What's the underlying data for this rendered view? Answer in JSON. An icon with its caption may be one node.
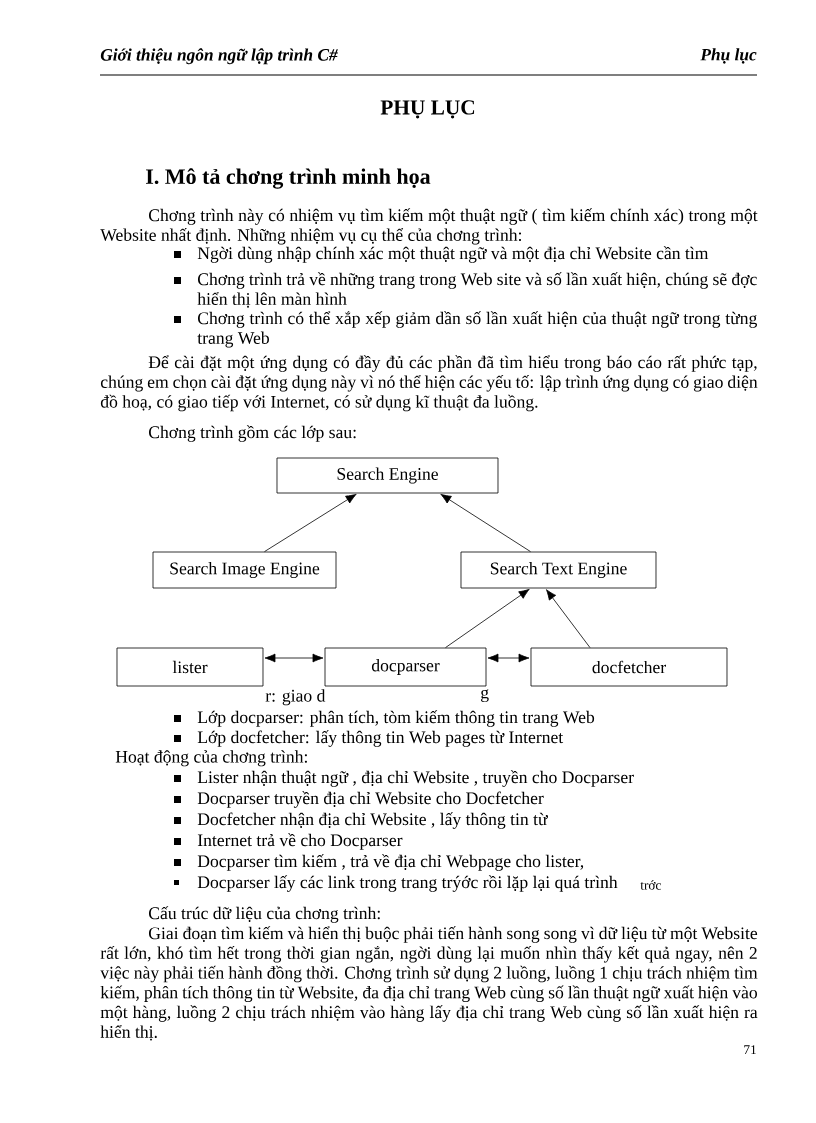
{
  "diagram": {
    "title": "PHỤ LỤC",
    "nodes": [
      {
        "text": [
          "Search Engine"
        ]
      },
      {
        "text": [
          "Search Image Engine"
        ]
      },
      {
        "text": [
          "Search Text Engine"
        ]
      },
      {
        "text": [
          "lister"
        ]
      },
      {
        "text": [
          "docparser"
        ]
      },
      {
        "text": [
          "docfetcher"
        ]
      }
    ],
    "edges": [
      {
        "from": 1,
        "to": 0,
        "arrow": "to"
      },
      {
        "from": 2,
        "to": 0,
        "arrow": "to"
      },
      {
        "from": 4,
        "to": 2,
        "arrow": "to"
      },
      {
        "from": 5,
        "to": 2,
        "arrow": "to"
      },
      {
        "from": 3,
        "to": 4,
        "arrow": "both"
      },
      {
        "from": 4,
        "to": 5,
        "arrow": "both"
      }
    ],
    "labels": [
      "Giới thiệu ngôn ngữ lập trình C#",
      "Phụ lục",
      "I. Mô tả chơng trình minh họa",
      "Chơng trình này có nhiệm vụ tìm kiếm một thuật ngữ ( tìm kiếm chính xác) trong một Website nhất định. Những nhiệm vụ cụ thể của chơng trình:",
      "Ngời dùng nhập chính xác một thuật ngữ và một địa chỉ Website cần tìm",
      "Chơng trình trả về những trang trong Web site và số lần xuất hiện, chúng sẽ đợc hiển thị lên màn hình",
      "Chơng trình có thể xắp xếp giảm dần số lần xuất hiện của thuật ngữ trong từng trang Web",
      "Để cài đặt một ứng dụng có đầy đủ các phần đã tìm hiểu trong báo cáo rất phức tạp, chúng em chọn cài đặt ứng dụng này vì nó thể hiện các yếu tố: lập trình ứng dụng có giao diện đồ hoạ, có giao tiếp với Internet, có sử dụng kĩ thuật đa luồng.",
      "Chơng trình gồm các lớp sau:",
      "r: giao d",
      "g",
      "Lớp docparser: phân tích, tòm kiếm thông tin trang Web",
      "Lớp docfetcher: lấy thông tin Web pages từ Internet",
      "Hoạt động của chơng trình:",
      "Lister nhận thuật ngữ , địa chỉ Website , truyền cho Docparser",
      "Docparser truyền địa chỉ Website cho Docfetcher",
      "Docfetcher nhận địa chỉ Website , lấy thông tin từ",
      "Internet trả về cho Docparser",
      "Docparser tìm kiếm , trả về địa chỉ Webpage cho lister,",
      "Docparser lấy các link trong trang trýớc rồi lặp lại quá trình",
      "trớc",
      "Cấu trúc dữ liệu của chơng trình:",
      "Giai đoạn tìm kiếm và hiển thị buộc phải tiến hành song song vì dữ liệu từ một Website rất lớn, khó tìm hết trong thời gian ngắn, ngời dùng lại muốn nhìn thấy kết quả ngay, nên 2 việc này phải tiến hành đồng thời. Chơng trình sử dụng 2 luồng, luồng 1 chịu trách nhiệm tìm kiếm, phân tích thông tin từ Website, đa địa chỉ trang Web cùng số lần thuật ngữ xuất hiện vào một hàng, luồng 2 chịu trách nhiệm vào hàng lấy địa chỉ trang Web cùng số lần xuất hiện ra hiển thị.",
      "71"
    ]
  }
}
